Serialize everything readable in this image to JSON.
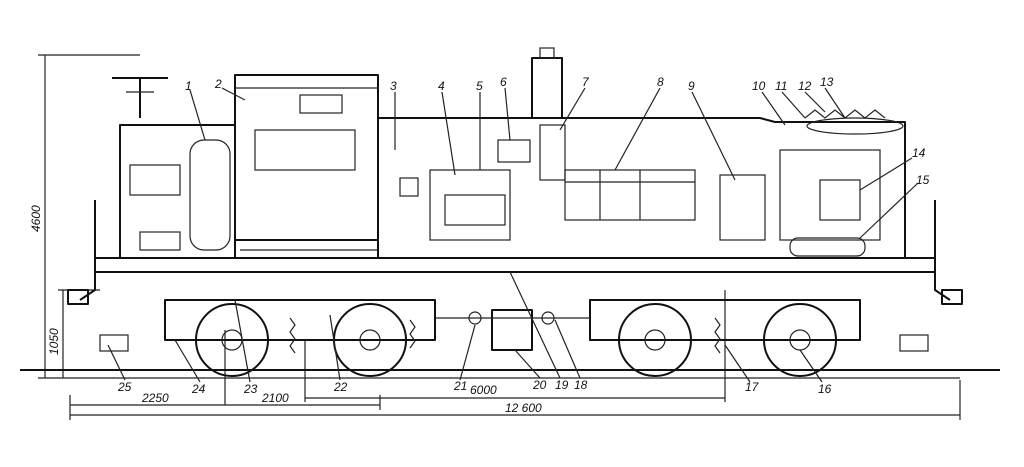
{
  "labels": [
    "1",
    "2",
    "3",
    "4",
    "5",
    "6",
    "7",
    "8",
    "9",
    "10",
    "11",
    "12",
    "13",
    "14",
    "15",
    "16",
    "17",
    "18",
    "19",
    "20",
    "21",
    "22",
    "23",
    "24",
    "25"
  ],
  "dimensions": {
    "height_total": "4600",
    "height_frame": "1050",
    "front_overhang": "2250",
    "bogie_base": "2100",
    "bogie_centres": "6000",
    "length_total": "12 600"
  }
}
